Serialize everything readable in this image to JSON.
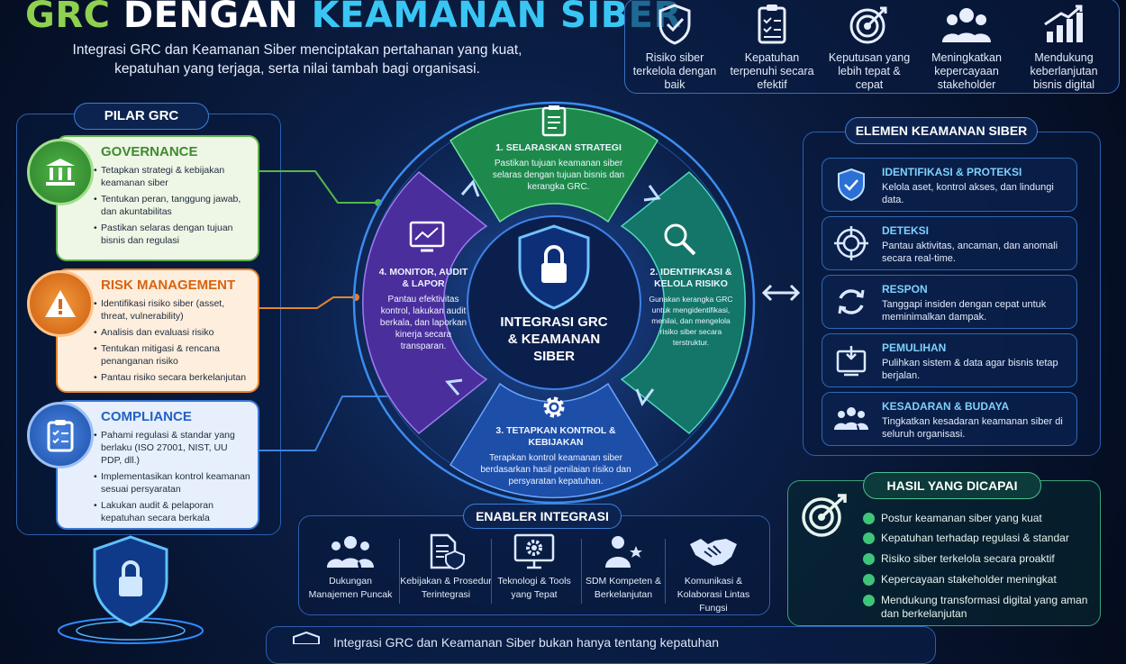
{
  "title": {
    "part1": "GRC ",
    "part2": "DENGAN ",
    "part3": "KEAMANAN SIBER"
  },
  "subtitle": "Integrasi GRC dan Keamanan Siber menciptakan pertahanan yang kuat, kepatuhan yang terjaga, serta nilai tambah bagi organisasi.",
  "benefits": [
    {
      "label": "Risiko siber terkelola dengan baik",
      "icon": "shield-check-icon"
    },
    {
      "label": "Kepatuhan terpenuhi secara efektif",
      "icon": "checklist-icon"
    },
    {
      "label": "Keputusan yang lebih tepat & cepat",
      "icon": "target-icon"
    },
    {
      "label": "Meningkatkan kepercayaan stakeholder",
      "icon": "people-icon"
    },
    {
      "label": "Mendukung keberlanjutan bisnis digital",
      "icon": "growth-chart-icon"
    }
  ],
  "pillars": {
    "header": "PILAR GRC",
    "items": [
      {
        "title": "GOVERNANCE",
        "color": "#3d9a3c",
        "bullets": [
          "Tetapkan strategi & kebijakan keamanan siber",
          "Tentukan peran, tanggung jawab, dan akuntabilitas",
          "Pastikan selaras dengan tujuan bisnis dan regulasi"
        ]
      },
      {
        "title": "RISK MANAGEMENT",
        "color": "#e4741d",
        "bullets": [
          "Identifikasi risiko siber (asset, threat, vulnerability)",
          "Analisis dan evaluasi risiko",
          "Tentukan mitigasi & rencana penanganan risiko",
          "Pantau risiko secara berkelanjutan"
        ]
      },
      {
        "title": "COMPLIANCE",
        "color": "#2b6ad2",
        "bullets": [
          "Pahami regulasi & standar yang berlaku (ISO 27001, NIST, UU PDP, dll.)",
          "Implementasikan kontrol keamanan sesuai persyaratan",
          "Lakukan audit & pelaporan kepatuhan secara berkala"
        ]
      }
    ]
  },
  "cycle": {
    "center": "INTEGRASI GRC & KEAMANAN SIBER",
    "steps": [
      {
        "title": "1. SELARASKAN STRATEGI",
        "desc": "Pastikan tujuan keamanan siber selaras dengan tujuan bisnis dan kerangka GRC."
      },
      {
        "title": "2. IDENTIFIKASI & KELOLA RISIKO",
        "desc": "Gunakan kerangka GRC untuk mengidentifikasi, menilai, dan mengelola risiko siber secara terstruktur."
      },
      {
        "title": "3. TETAPKAN KONTROL & KEBIJAKAN",
        "desc": "Terapkan kontrol keamanan siber berdasarkan hasil penilaian risiko dan persyaratan kepatuhan."
      },
      {
        "title": "4. MONITOR, AUDIT & LAPOR",
        "desc": "Pantau efektivitas kontrol, lakukan audit berkala, dan laporkan kinerja secara transparan."
      }
    ]
  },
  "elements": {
    "header": "ELEMEN KEAMANAN SIBER",
    "items": [
      {
        "title": "IDENTIFIKASI & PROTEKSI",
        "desc": "Kelola aset, kontrol akses, dan lindungi data.",
        "icon": "shield-icon"
      },
      {
        "title": "DETEKSI",
        "desc": "Pantau aktivitas, ancaman, dan anomali secara real-time.",
        "icon": "crosshair-icon"
      },
      {
        "title": "RESPON",
        "desc": "Tanggapi insiden dengan cepat untuk meminimalkan dampak.",
        "icon": "refresh-icon"
      },
      {
        "title": "PEMULIHAN",
        "desc": "Pulihkan sistem & data agar bisnis tetap berjalan.",
        "icon": "recovery-icon"
      },
      {
        "title": "KESADARAN & BUDAYA",
        "desc": "Tingkatkan kesadaran keamanan siber di seluruh organisasi.",
        "icon": "team-icon"
      }
    ]
  },
  "results": {
    "header": "HASIL YANG DICAPAI",
    "items": [
      "Postur keamanan siber yang kuat",
      "Kepatuhan terhadap regulasi & standar",
      "Risiko siber terkelola secara proaktif",
      "Kepercayaan stakeholder meningkat",
      "Mendukung transformasi digital yang aman dan berkelanjutan"
    ]
  },
  "enablers": {
    "header": "ENABLER INTEGRASI",
    "items": [
      {
        "label": "Dukungan Manajemen Puncak",
        "icon": "management-icon"
      },
      {
        "label": "Kebijakan & Prosedur Terintegrasi",
        "icon": "policy-doc-icon"
      },
      {
        "label": "Teknologi & Tools yang Tepat",
        "icon": "monitor-gear-icon"
      },
      {
        "label": "SDM Kompeten & Berkelanjutan",
        "icon": "star-person-icon"
      },
      {
        "label": "Komunikasi & Kolaborasi Lintas Fungsi",
        "icon": "handshake-icon"
      }
    ]
  },
  "footer": "Integrasi GRC dan Keamanan Siber bukan hanya tentang kepatuhan"
}
